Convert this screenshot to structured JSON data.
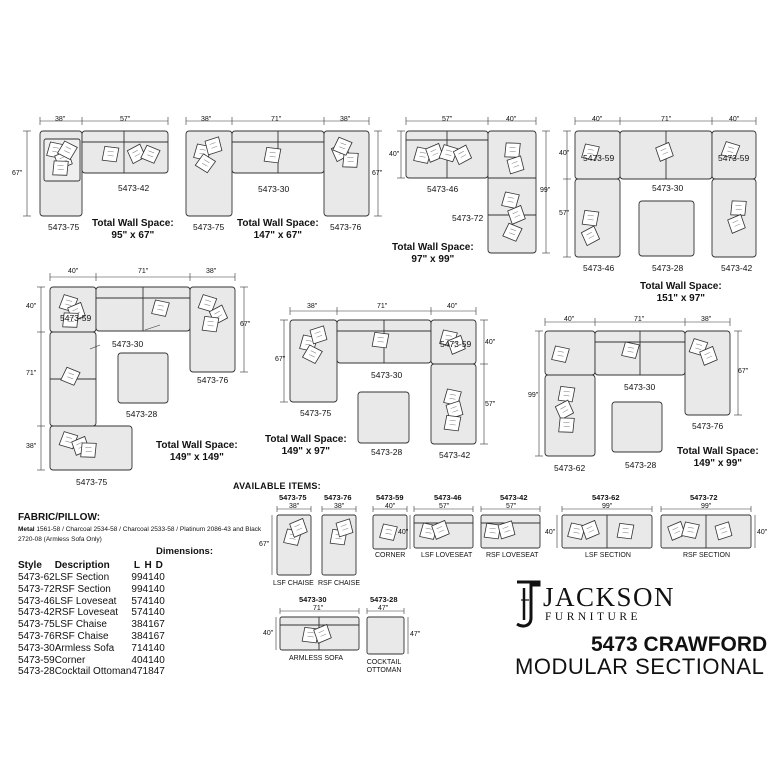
{
  "diagrams": {
    "d1": {
      "dims": [
        "38\"",
        "57\"",
        "67\""
      ],
      "pieces": [
        "5473-75",
        "5473-42"
      ],
      "wall_space": [
        "Total Wall Space:",
        "95\" x 67\""
      ]
    },
    "d2": {
      "dims": [
        "38\"",
        "71\"",
        "38\"",
        "67\""
      ],
      "pieces": [
        "5473-75",
        "5473-30",
        "5473-76"
      ],
      "wall_space": [
        "Total Wall Space:",
        "147\" x 67\""
      ]
    },
    "d3": {
      "dims": [
        "57\"",
        "40\"",
        "40\"",
        "99\""
      ],
      "pieces": [
        "5473-46",
        "5473-72"
      ],
      "wall_space": [
        "Total Wall Space:",
        "97\" x 99\""
      ]
    },
    "d4": {
      "dims": [
        "40\"",
        "71\"",
        "40\"",
        "40\"",
        "57\""
      ],
      "pieces": [
        "5473-59",
        "5473-30",
        "5473-59",
        "5473-46",
        "5473-28",
        "5473-42"
      ],
      "wall_space": [
        "Total Wall Space:",
        "151\" x 97\""
      ]
    },
    "d5": {
      "dims": [
        "40\"",
        "71\"",
        "38\"",
        "40\"",
        "71\"",
        "38\"",
        "67\""
      ],
      "pieces": [
        "5473-59",
        "5473-30",
        "5473-76",
        "5473-28",
        "5473-75"
      ],
      "wall_space": [
        "Total Wall Space:",
        "149\" x 149\""
      ]
    },
    "d6": {
      "dims": [
        "38\"",
        "71\"",
        "40\"",
        "67\"",
        "40\"",
        "57\""
      ],
      "pieces": [
        "5473-59",
        "5473-75",
        "5473-30",
        "5473-28",
        "5473-42"
      ],
      "wall_space": [
        "Total Wall Space:",
        "149\" x 97\""
      ]
    },
    "d7": {
      "dims": [
        "40\"",
        "71\"",
        "38\"",
        "99\"",
        "67\""
      ],
      "pieces": [
        "5473-30",
        "5473-76",
        "5473-62",
        "5473-28"
      ],
      "wall_space": [
        "Total Wall Space:",
        "149\" x 99\""
      ]
    }
  },
  "available_items": {
    "title": "AVAILABLE ITEMS:",
    "items": [
      {
        "code": "5473-75",
        "dim": "38\"",
        "side": "67\"",
        "name": "LSF CHAISE"
      },
      {
        "code": "5473-76",
        "dim": "38\"",
        "name": "RSF CHAISE"
      },
      {
        "code": "5473-59",
        "dim": "40\"",
        "name": "CORNER"
      },
      {
        "code": "5473-46",
        "dim": "57\"",
        "name": "LSF LOVESEAT"
      },
      {
        "code": "5473-42",
        "dim": "57\"",
        "name": "RSF LOVESEAT"
      },
      {
        "code": "5473-62",
        "dim": "99\"",
        "name": "LSF SECTION"
      },
      {
        "code": "5473-72",
        "dim": "99\"",
        "side": "40\"",
        "name": "RSF SECTION"
      },
      {
        "code": "5473-30",
        "dim": "71\"",
        "side": "40\"",
        "name": "ARMLESS SOFA"
      },
      {
        "code": "5473-28",
        "dim": "47\"",
        "side": "47\"",
        "name": "COCKTAIL OTTOMAN"
      }
    ],
    "side_dims": {
      "corner": "40\"",
      "loveseat": "40\""
    }
  },
  "fabric": {
    "title": "FABRIC/PILLOW:",
    "text_bold": "Metal",
    "text": " 1561-58 / Charcoal 2534-58 / Charcoal 2533-58 / Platinum 2086-43 and Black 2720-08 (Armless Sofa Only)"
  },
  "specs": {
    "dimensions_label": "Dimensions:",
    "headers": [
      "Style",
      "Description",
      "L",
      "H",
      "D"
    ],
    "rows": [
      [
        "5473-62",
        "LSF Section",
        "99",
        "41",
        "40"
      ],
      [
        "5473-72",
        "RSF Section",
        "99",
        "41",
        "40"
      ],
      [
        "5473-46",
        "LSF Loveseat",
        "57",
        "41",
        "40"
      ],
      [
        "5473-42",
        "RSF Loveseat",
        "57",
        "41",
        "40"
      ],
      [
        "5473-75",
        "LSF Chaise",
        "38",
        "41",
        "67"
      ],
      [
        "5473-76",
        "RSF Chaise",
        "38",
        "41",
        "67"
      ],
      [
        "5473-30",
        "Armless Sofa",
        "71",
        "41",
        "40"
      ],
      [
        "5473-59",
        "Corner",
        "40",
        "41",
        "40"
      ],
      [
        "5473-28",
        "Cocktail Ottoman",
        "47",
        "18",
        "47"
      ]
    ]
  },
  "brand": {
    "name": "JACKSON",
    "sub": "FURNITURE",
    "model": "5473 CRAWFORD",
    "model_sub": "MODULAR SECTIONAL"
  },
  "colors": {
    "line": "#333333",
    "fill": "#e9e9e9",
    "text": "#111111"
  }
}
